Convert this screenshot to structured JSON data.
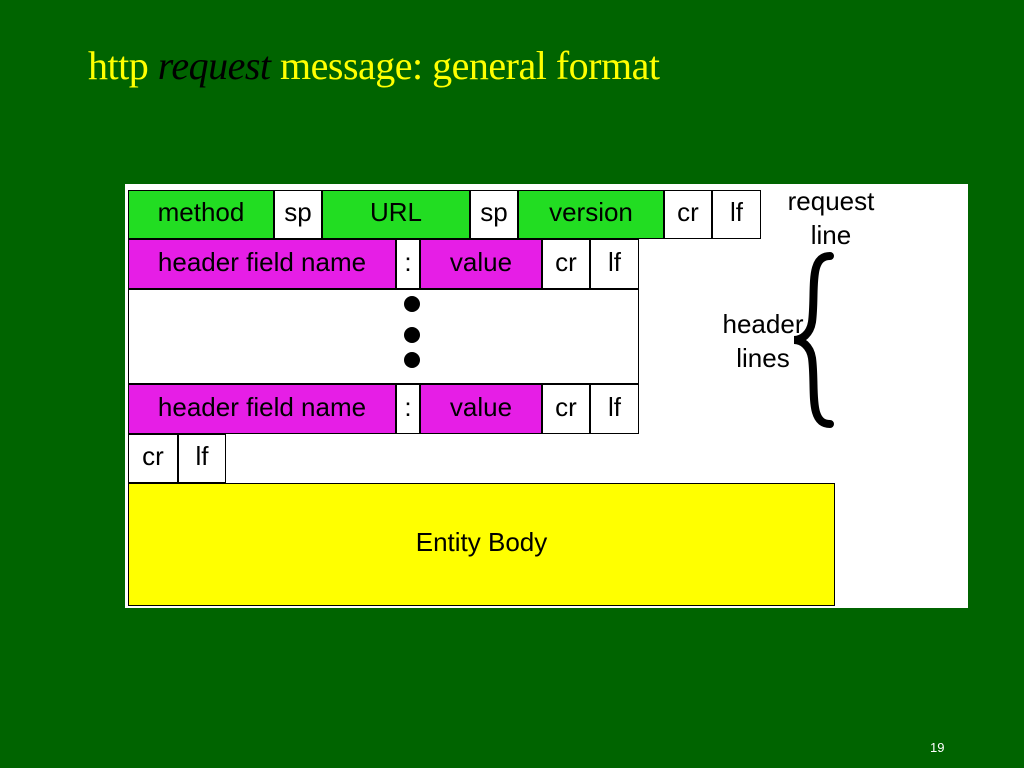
{
  "title": {
    "part1": "http",
    "part2": "request",
    "part3": "message: general format"
  },
  "request_line": {
    "fields": [
      "method",
      "sp",
      "URL",
      "sp",
      "version",
      "cr",
      "lf"
    ],
    "label_line1": "request",
    "label_line2": "line"
  },
  "header_line_1": {
    "name": "header field name",
    "colon": ":",
    "value": "value",
    "cr": "cr",
    "lf": "lf"
  },
  "header_line_2": {
    "name": "header field name",
    "colon": ":",
    "value": "value",
    "cr": "cr",
    "lf": "lf"
  },
  "header_lines_label": {
    "line1": "header",
    "line2": "lines"
  },
  "blank_line": {
    "cr": "cr",
    "lf": "lf"
  },
  "entity_body": "Entity Body",
  "page_number": "19",
  "colors": {
    "background": "#006400",
    "title": "#ffff00",
    "request_line_fields": "#22dd22",
    "header_fields": "#e61ee6",
    "entity_body": "#ffff00"
  }
}
